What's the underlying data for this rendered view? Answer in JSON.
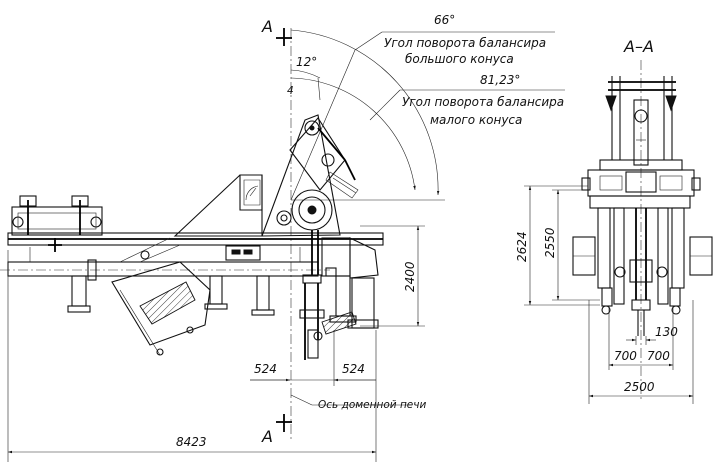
{
  "section_marks": {
    "top": "A",
    "bottom": "A",
    "view_title": "A–A"
  },
  "angles": {
    "large_cone_angle": "66°",
    "large_cone_caption_1": "Угол поворота балансира",
    "large_cone_caption_2": "большого конуса",
    "small_cone_angle": "81,23°",
    "small_cone_caption_1": "Угол поворота балансира",
    "small_cone_caption_2": "малого конуса",
    "tilt_angle": "12°",
    "offset": "4"
  },
  "dimensions": {
    "overall_length": "8423",
    "left_offset": "524",
    "right_offset": "524",
    "height_main": "2400",
    "section_height_outer": "2624",
    "section_height_inner": "2550",
    "section_width": "2500",
    "spacing_left": "700",
    "spacing_right": "700",
    "gap": "130"
  },
  "labels": {
    "furnace_axis": "Ось доменной печи"
  }
}
